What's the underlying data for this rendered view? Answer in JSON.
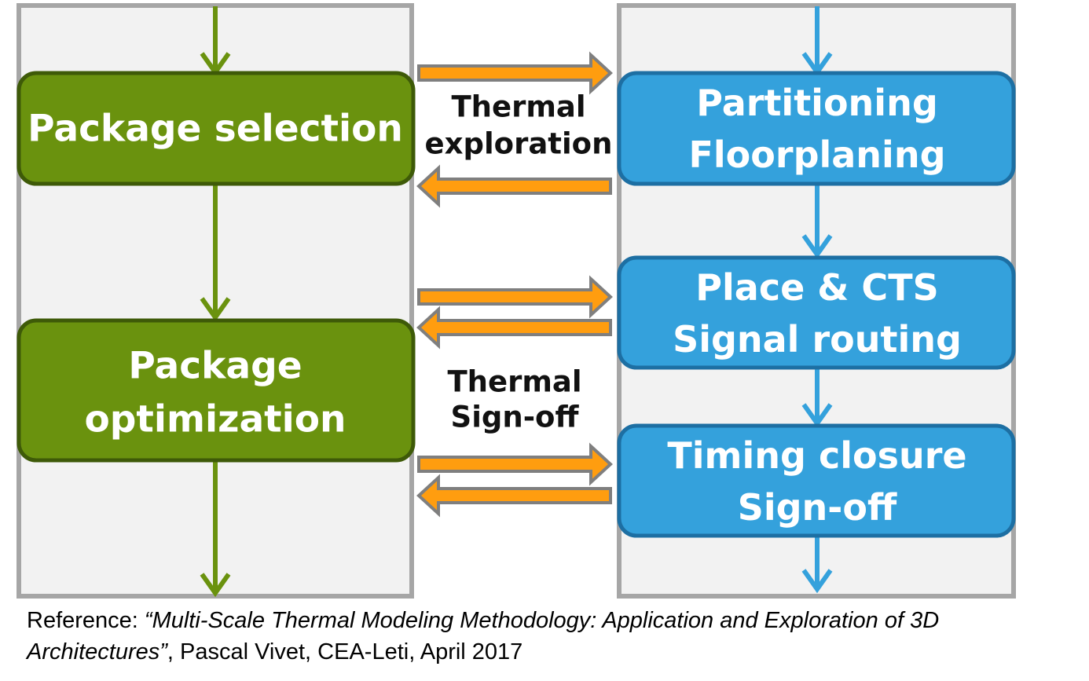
{
  "colors": {
    "lane_fill": "#f2f2f2",
    "lane_border": "#a6a6a6",
    "green_fill": "#6a920e",
    "green_border": "#3e5a08",
    "blue_fill": "#34a1dc",
    "blue_border": "#1d6fa3",
    "orange": "#ff9d0f",
    "arrow_gray": "#7f7f7f"
  },
  "left_lane": {
    "boxes": [
      {
        "line1": "Package selection",
        "line2": ""
      },
      {
        "line1": "Package",
        "line2": "optimization"
      }
    ]
  },
  "right_lane": {
    "boxes": [
      {
        "line1": "Partitioning",
        "line2": "Floorplaning"
      },
      {
        "line1": "Place & CTS",
        "line2": "Signal routing"
      },
      {
        "line1": "Timing closure",
        "line2": "Sign-off"
      }
    ]
  },
  "middle_labels": [
    {
      "line1": "Thermal",
      "line2": "exploration"
    },
    {
      "line1": "Thermal",
      "line2": "Sign-off"
    }
  ],
  "reference": {
    "prefix": "Reference: ",
    "title": "“Multi-Scale Thermal Modeling Methodology: Application and Exploration of 3D Architectures”",
    "suffix": ", Pascal Vivet, CEA-Leti, April 2017"
  }
}
